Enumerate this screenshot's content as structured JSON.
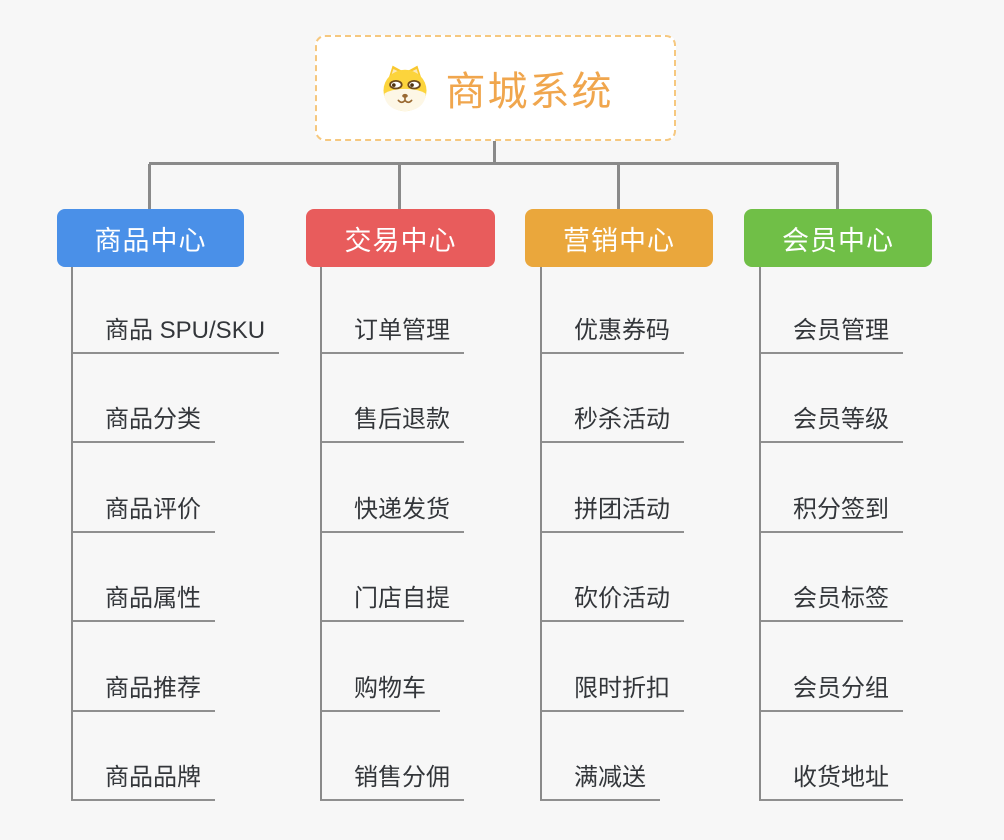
{
  "root": {
    "title": "商城系统",
    "icon": "dog-face-icon"
  },
  "branches": [
    {
      "label": "商品中心",
      "color": "#4A90E8",
      "children": [
        "商品 SPU/SKU",
        "商品分类",
        "商品评价",
        "商品属性",
        "商品推荐",
        "商品品牌"
      ]
    },
    {
      "label": "交易中心",
      "color": "#E85C5C",
      "children": [
        "订单管理",
        "售后退款",
        "快递发货",
        "门店自提",
        "购物车",
        "销售分佣"
      ]
    },
    {
      "label": "营销中心",
      "color": "#EAA73C",
      "children": [
        "优惠券码",
        "秒杀活动",
        "拼团活动",
        "砍价活动",
        "限时折扣",
        "满减送"
      ]
    },
    {
      "label": "会员中心",
      "color": "#70BF47",
      "children": [
        "会员管理",
        "会员等级",
        "积分签到",
        "会员标签",
        "会员分组",
        "收货地址"
      ]
    }
  ],
  "colors": {
    "background": "#F7F7F7",
    "connector": "#8A8A8A",
    "leaf_line": "#8F8F8F",
    "leaf_text": "#33363A",
    "root_text": "#F0A64D",
    "root_border": "#F6C87F"
  }
}
